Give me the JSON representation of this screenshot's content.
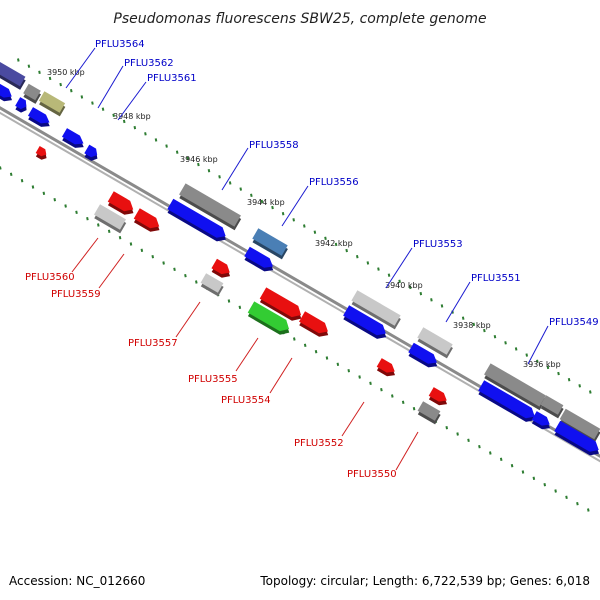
{
  "title": "Pseudomonas fluorescens SBW25, complete genome",
  "footer": {
    "accession": "Accession: NC_012660",
    "topology": "Topology: circular; Length: 6,722,539 bp; Genes: 6,018"
  },
  "scale_labels": [
    "3950 kbp",
    "3948 kbp",
    "3946 kbp",
    "3944 kbp",
    "3942 kbp",
    "3940 kbp",
    "3938 kbp",
    "3936 kbp"
  ],
  "colors": {
    "label_top": "#0000c8",
    "label_bottom": "#d00000",
    "backbone": "#808080",
    "tick": "#2e7d32",
    "gray": "#8a8a8a",
    "lightgray": "#c8c8c8",
    "blue": "#1010f0",
    "red": "#e81010",
    "green": "#33cc33",
    "steelblue": "#4a7fb5",
    "olive": "#b8b878",
    "darkslate": "#4a4aa0"
  },
  "genes_top": [
    {
      "name": "PFLU3564"
    },
    {
      "name": "PFLU3562"
    },
    {
      "name": "PFLU3561"
    },
    {
      "name": "PFLU3558"
    },
    {
      "name": "PFLU3556"
    },
    {
      "name": "PFLU3553"
    },
    {
      "name": "PFLU3551"
    },
    {
      "name": "PFLU3549"
    }
  ],
  "genes_bottom": [
    {
      "name": "PFLU3560"
    },
    {
      "name": "PFLU3559"
    },
    {
      "name": "PFLU3557"
    },
    {
      "name": "PFLU3555"
    },
    {
      "name": "PFLU3554"
    },
    {
      "name": "PFLU3552"
    },
    {
      "name": "PFLU3550"
    }
  ]
}
